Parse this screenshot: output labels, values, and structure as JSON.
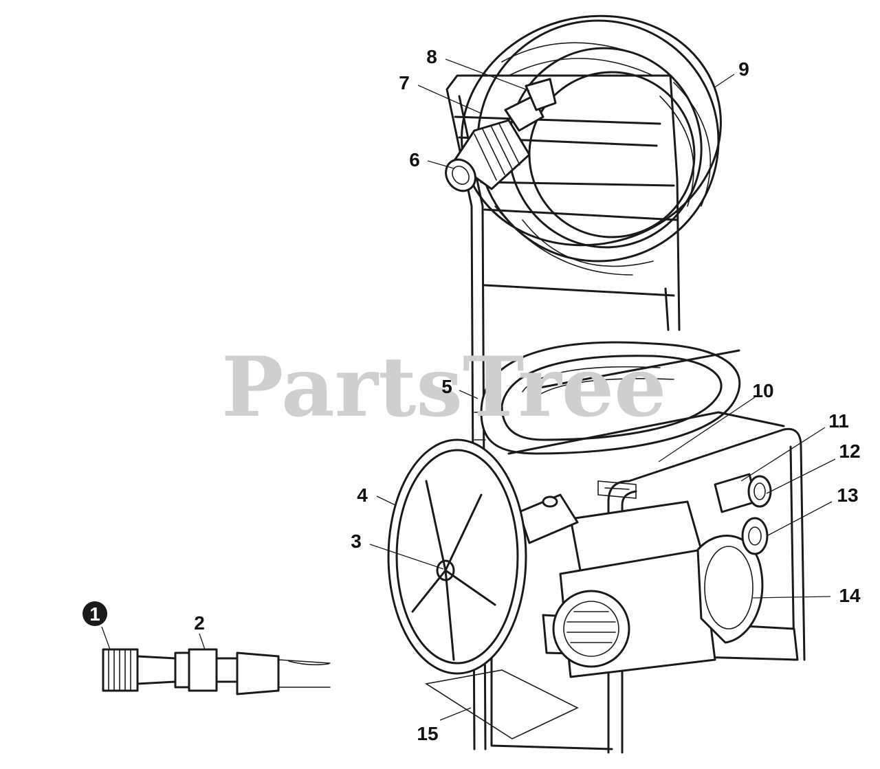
{
  "watermark": {
    "text": "PartsTree"
  },
  "callouts": [
    {
      "id": "c1",
      "text": "1",
      "circled": true
    },
    {
      "id": "c2",
      "text": "2"
    },
    {
      "id": "c3",
      "text": "3"
    },
    {
      "id": "c4",
      "text": "4"
    },
    {
      "id": "c5",
      "text": "5"
    },
    {
      "id": "c6",
      "text": "6"
    },
    {
      "id": "c7",
      "text": "7"
    },
    {
      "id": "c8",
      "text": "8"
    },
    {
      "id": "c9",
      "text": "9"
    },
    {
      "id": "c10",
      "text": "10"
    },
    {
      "id": "c11",
      "text": "11"
    },
    {
      "id": "c12",
      "text": "12"
    },
    {
      "id": "c13",
      "text": "13"
    },
    {
      "id": "c14",
      "text": "14"
    },
    {
      "id": "c15",
      "text": "15"
    }
  ],
  "colors": {
    "ink": "#1a1a1a",
    "watermark": "#cfcfcf",
    "background": "#ffffff"
  }
}
